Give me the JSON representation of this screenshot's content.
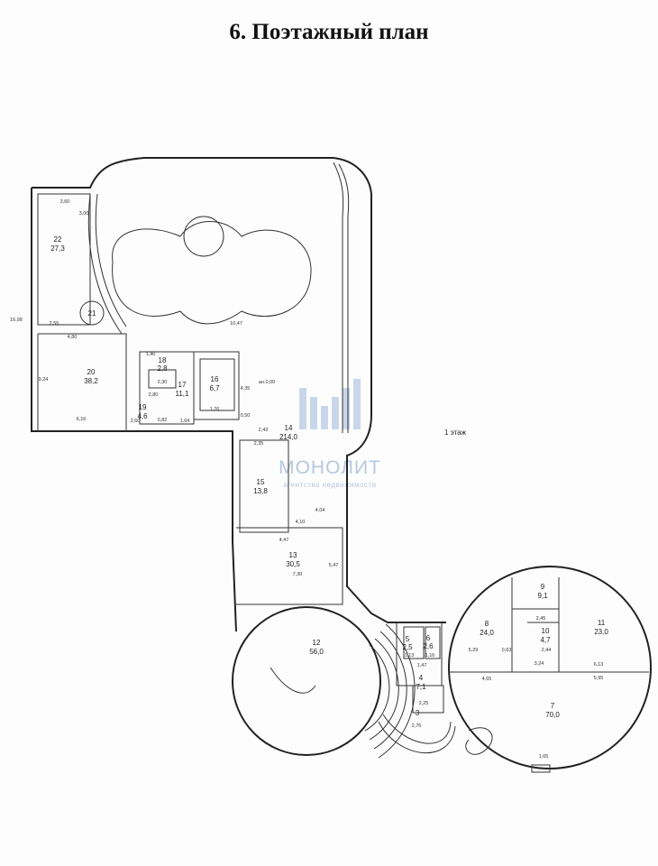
{
  "title": "6. Поэтажный план",
  "watermark": {
    "name": "МОНОЛИТ",
    "tagline": "агентство недвижимости",
    "color": "#b7c8e0"
  },
  "floor_note": "1 этаж",
  "level_mark": "ан.0,00",
  "rooms": [
    {
      "id": "22",
      "area": "27,3"
    },
    {
      "id": "21",
      "area": ""
    },
    {
      "id": "20",
      "area": "38,2"
    },
    {
      "id": "19",
      "area": "4,6"
    },
    {
      "id": "18",
      "area": "2,8"
    },
    {
      "id": "17",
      "area": "11,1"
    },
    {
      "id": "16",
      "area": "6,7"
    },
    {
      "id": "15",
      "area": "13,8"
    },
    {
      "id": "14",
      "area": "214,0"
    },
    {
      "id": "13",
      "area": "30,5"
    },
    {
      "id": "12",
      "area": "56,0"
    },
    {
      "id": "11",
      "area": "23,0"
    },
    {
      "id": "10",
      "area": "4,7"
    },
    {
      "id": "9",
      "area": "9,1"
    },
    {
      "id": "8",
      "area": "24,0"
    },
    {
      "id": "7",
      "area": "70,0"
    },
    {
      "id": "6",
      "area": "2,6"
    },
    {
      "id": "5",
      "area": "2,5"
    },
    {
      "id": "4",
      "area": "7,1"
    },
    {
      "id": "3",
      "area": ""
    }
  ],
  "dims": [
    "3,60",
    "3,00",
    "4,80",
    "2,55",
    "6,16",
    "9,24",
    "1,40",
    "2,30",
    "2,60",
    "2,80",
    "0,82",
    "1,64",
    "1,76",
    "4,35",
    "0,50",
    "2,43",
    "2,35",
    "4,04",
    "4,10",
    "4,47",
    "5,47",
    "7,30",
    "2,25",
    "2,76",
    "1,47",
    "1,13",
    "1,16",
    "4,65",
    "0,63",
    "3,24",
    "6,13",
    "5,95",
    "2,45",
    "2,44",
    "1,65",
    "5,29",
    "16,98",
    "10,47"
  ]
}
